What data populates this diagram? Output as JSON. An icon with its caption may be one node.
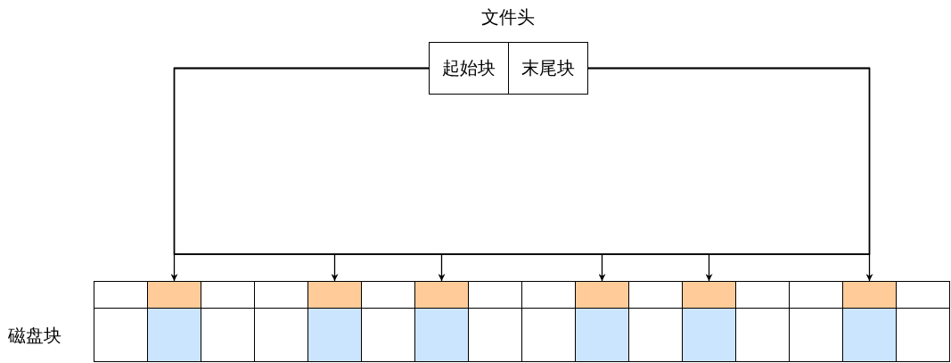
{
  "diagram": {
    "nodes": [
      {
        "text": [
          "文件头"
        ]
      },
      {
        "text": [
          "起始块"
        ],
        "in": 0
      },
      {
        "text": [
          "末尾块"
        ],
        "in": 0
      },
      {
        "text": [],
        "shape": "box",
        "beside": [
          "磁盘块"
        ]
      },
      {
        "text": [],
        "shape": "box",
        "in": 3
      },
      {
        "text": [],
        "shape": "box",
        "in": 3
      },
      {
        "text": [],
        "shape": "box",
        "in": 3
      },
      {
        "text": [],
        "shape": "box",
        "in": 3
      },
      {
        "text": [],
        "shape": "box",
        "in": 3
      },
      {
        "text": [],
        "shape": "box",
        "in": 3
      },
      {
        "text": [],
        "shape": "box",
        "in": 3
      },
      {
        "text": [],
        "shape": "box",
        "in": 3
      },
      {
        "text": [],
        "shape": "box",
        "in": 3
      },
      {
        "text": [],
        "shape": "box",
        "in": 3
      },
      {
        "text": [],
        "shape": "box",
        "in": 3
      },
      {
        "text": [],
        "shape": "box",
        "in": 3
      },
      {
        "text": [],
        "shape": "box",
        "in": 3
      },
      {
        "text": [],
        "shape": "box",
        "in": 3
      },
      {
        "text": [],
        "shape": "box",
        "in": 3
      },
      {
        "text": [],
        "shape": "box",
        "in": 3
      },
      {
        "text": [],
        "shape": "box",
        "in": 3
      },
      {
        "text": [],
        "shape": "box",
        "in": 3
      },
      {
        "text": [],
        "shape": "box",
        "in": 3
      },
      {
        "text": [],
        "shape": "box",
        "in": 3
      },
      {
        "text": [],
        "shape": "box",
        "in": 3
      },
      {
        "text": [],
        "shape": "box",
        "in": 3
      },
      {
        "text": [],
        "shape": "box",
        "in": 3
      },
      {
        "text": [],
        "shape": "box",
        "in": 3
      },
      {
        "text": [],
        "shape": "box",
        "in": 3
      },
      {
        "text": [],
        "shape": "box",
        "in": 3
      },
      {
        "text": [],
        "shape": "box",
        "in": 3
      },
      {
        "text": [],
        "shape": "box",
        "in": 3
      },
      {
        "text": [],
        "shape": "box",
        "in": 3
      },
      {
        "text": [],
        "shape": "box",
        "in": 3
      },
      {
        "text": [],
        "shape": "box",
        "in": 3
      },
      {
        "text": [],
        "shape": "box",
        "in": 3
      }
    ],
    "edges": [
      {
        "from": 1,
        "to": 5,
        "arrow": "to"
      },
      {
        "from": 1,
        "to": 8,
        "arrow": "to"
      },
      {
        "from": 1,
        "to": 10,
        "arrow": "to"
      },
      {
        "from": 2,
        "to": 13,
        "arrow": "to"
      },
      {
        "from": 2,
        "to": 15,
        "arrow": "to"
      },
      {
        "from": 2,
        "to": 18,
        "arrow": "to"
      }
    ]
  }
}
